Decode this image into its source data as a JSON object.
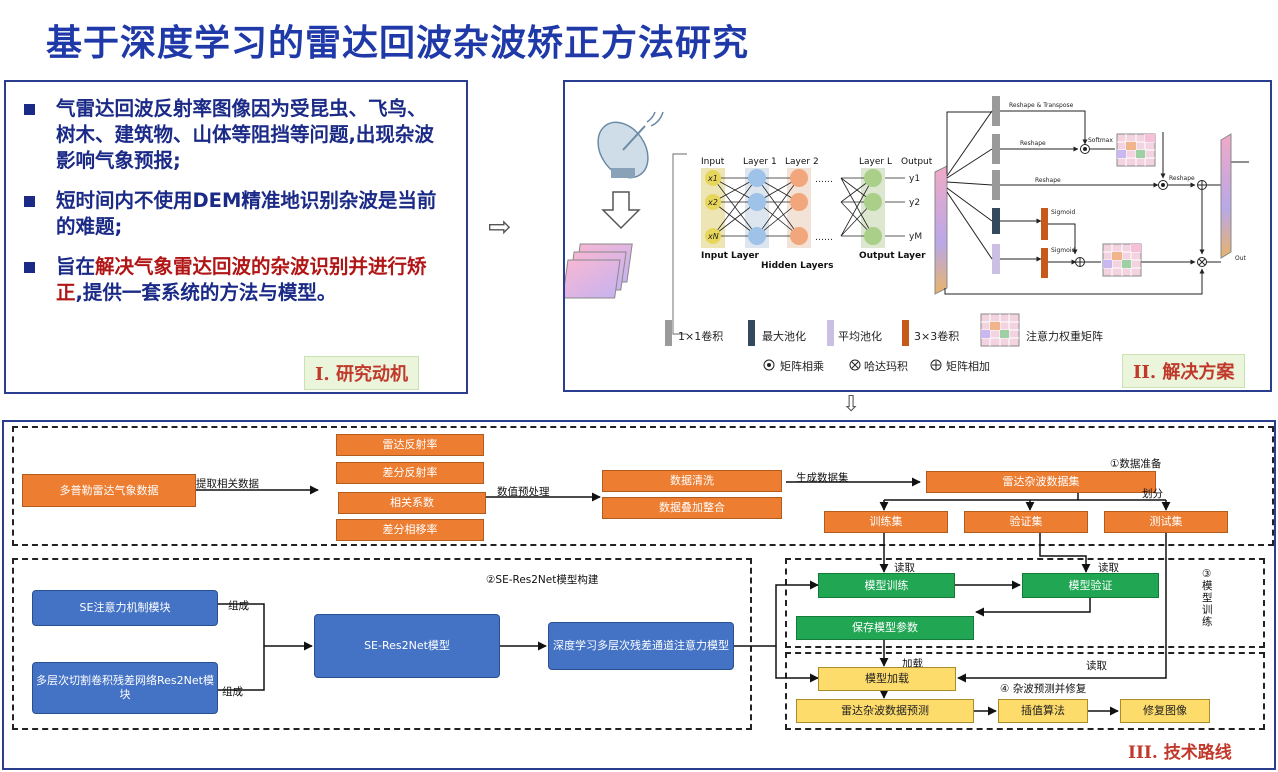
{
  "title": "基于深度学习的雷达回波杂波矫正方法研究",
  "motivation": {
    "bullets": [
      {
        "pre": "气雷达回波反射率图像因为受昆虫、飞鸟、树木、建筑物、山体等阻挡等问题,出现杂波影响气象预报;",
        "hl": "",
        "post": ""
      },
      {
        "pre": "短时间内不使用DEM精准地识别杂波是当前的难题;",
        "hl": "",
        "post": ""
      },
      {
        "pre": "旨在",
        "hl": "解决气象雷达回波的杂波识别并进行矫正",
        "post": ",提供一套系统的方法与模型。"
      }
    ],
    "tag": "I. 研究动机"
  },
  "solution": {
    "tag": "II. 解决方案",
    "nn": {
      "input": "Input",
      "layer1": "Layer 1",
      "layer2": "Layer 2",
      "layerL": "Layer L",
      "output": "Output",
      "input_layer": "Input Layer",
      "hidden_layers": "Hidden Layers",
      "output_layer": "Output Layer",
      "x_labels": [
        "x1",
        "x2",
        "xN"
      ],
      "y_labels": [
        "y1",
        "y2",
        "yM"
      ]
    },
    "attention": {
      "reshape_transpose": "Reshape & Transpose",
      "reshape1": "Reshape",
      "reshape2": "Reshape",
      "reshape3": "Reshape",
      "softmax": "Softmax",
      "sigmoid1": "Sigmoid",
      "sigmoid2": "Sigmoid",
      "out": "Out"
    },
    "legend": {
      "conv1": "1×1卷积",
      "maxpool": "最大池化",
      "avgpool": "平均池化",
      "conv3": "3×3卷积",
      "attn": "注意力权重矩阵",
      "matmul": "矩阵相乘",
      "hadamard": "哈达玛积",
      "add": "矩阵相加"
    }
  },
  "route": {
    "tag": "III. 技术路线",
    "prep": {
      "label": "①数据准备",
      "source": "多普勒雷达气象数据",
      "extract": "提取相关数据",
      "features": [
        "雷达反射率",
        "差分反射率",
        "相关系数",
        "差分相移率"
      ],
      "preprocess": "数值预处理",
      "clean": "数据清洗",
      "merge": "数据叠加整合",
      "gen": "生成数据集",
      "dataset": "雷达杂波数据集",
      "split": "划分",
      "train_set": "训练集",
      "val_set": "验证集",
      "test_set": "测试集"
    },
    "build": {
      "label": "②SE-Res2Net模型构建",
      "se": "SE注意力机制模块",
      "res2net": "多层次切割卷积残差网络Res2Net模块",
      "compose1": "组成",
      "compose2": "组成",
      "model": "SE-Res2Net模型",
      "deep": "深度学习多层次残差通道注意力模型"
    },
    "train": {
      "label": "③模型训练",
      "read1": "读取",
      "read2": "读取",
      "train": "模型训练",
      "validate": "模型验证",
      "save": "保存模型参数"
    },
    "predict": {
      "label": "④ 杂波预测并修复",
      "load_lbl": "加载",
      "read3": "读取",
      "load": "模型加载",
      "predict": "雷达杂波数据预测",
      "interp": "插值算法",
      "repair": "修复图像"
    }
  }
}
